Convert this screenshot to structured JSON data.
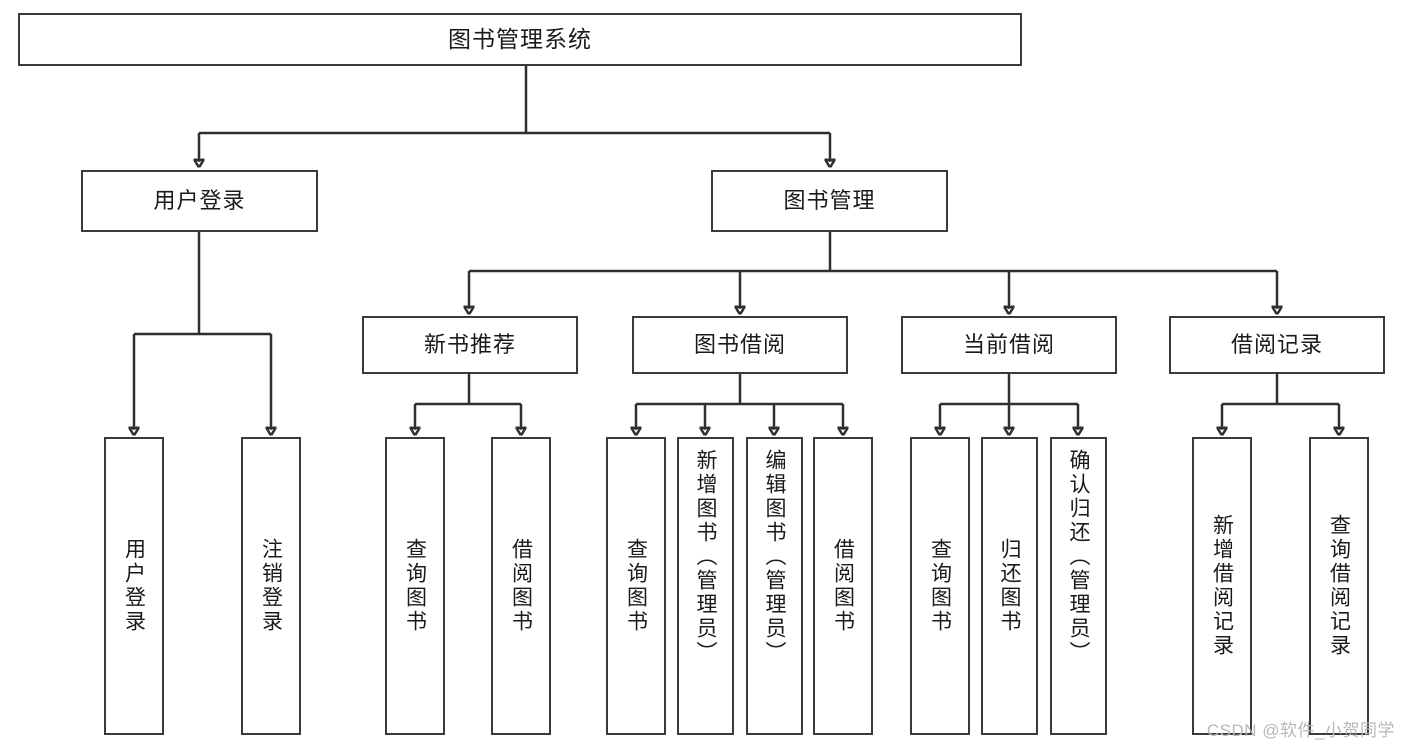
{
  "diagram": {
    "title": "图书管理系统",
    "type": "tree",
    "watermark": "CSDN @软件_小贺同学",
    "arrow_marker": "arrowhead-icon",
    "levels": 4,
    "root": {
      "label": "图书管理系统",
      "orientation": "horizontal"
    },
    "level2": [
      {
        "label": "用户登录",
        "orientation": "horizontal"
      },
      {
        "label": "图书管理",
        "orientation": "horizontal"
      }
    ],
    "level3": [
      {
        "label": "新书推荐",
        "orientation": "horizontal",
        "parent": "图书管理"
      },
      {
        "label": "图书借阅",
        "orientation": "horizontal",
        "parent": "图书管理"
      },
      {
        "label": "当前借阅",
        "orientation": "horizontal",
        "parent": "图书管理"
      },
      {
        "label": "借阅记录",
        "orientation": "horizontal",
        "parent": "图书管理"
      }
    ],
    "leaves": {
      "user_login": [
        {
          "label": "用户登录",
          "orientation": "vertical"
        },
        {
          "label": "注销登录",
          "orientation": "vertical"
        }
      ],
      "new_book_recommend": [
        {
          "label": "查询图书",
          "orientation": "vertical"
        },
        {
          "label": "借阅图书",
          "orientation": "vertical"
        }
      ],
      "book_borrow": [
        {
          "label": "查询图书",
          "orientation": "vertical"
        },
        {
          "label": "新增图书（管理员）",
          "orientation": "vertical"
        },
        {
          "label": "编辑图书（管理员）",
          "orientation": "vertical"
        },
        {
          "label": "借阅图书",
          "orientation": "vertical"
        }
      ],
      "current_borrow": [
        {
          "label": "查询图书",
          "orientation": "vertical"
        },
        {
          "label": "归还图书",
          "orientation": "vertical"
        },
        {
          "label": "确认归还（管理员）",
          "orientation": "vertical"
        }
      ],
      "borrow_record": [
        {
          "label": "新增借阅记录",
          "orientation": "vertical"
        },
        {
          "label": "查询借阅记录",
          "orientation": "vertical"
        }
      ]
    },
    "colors": {
      "box_border": "#3a3a3a",
      "box_fill": "#ffffff",
      "connector": "#2f2f2f",
      "text": "#1a1a1a",
      "background": "#ffffff",
      "watermark": "#b8b8b8"
    }
  }
}
